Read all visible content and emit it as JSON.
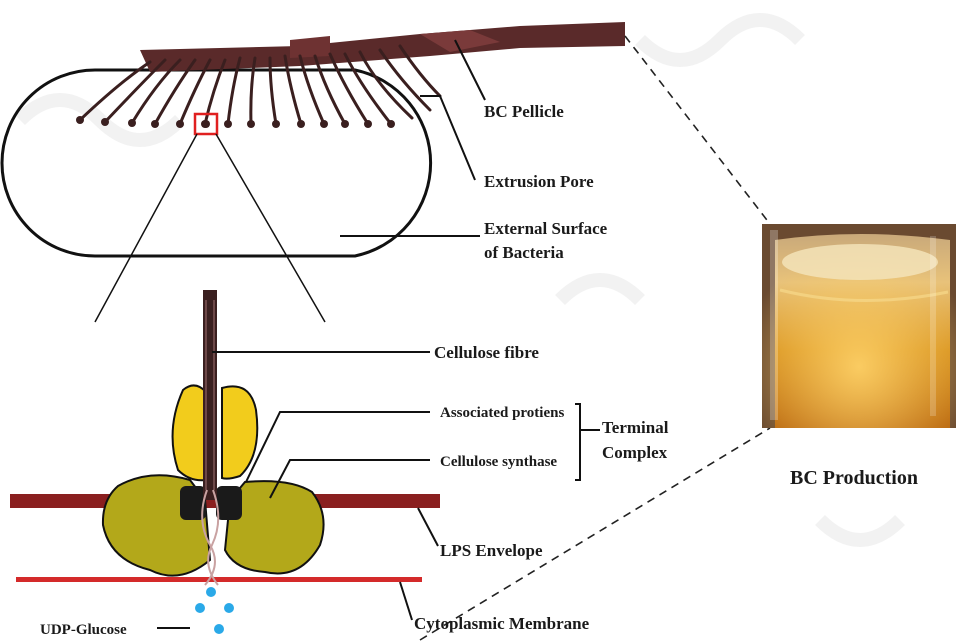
{
  "labels": {
    "bc_pellicle": "BC Pellicle",
    "extrusion_pore": "Extrusion Pore",
    "external_surface_line1": "External Surface",
    "external_surface_line2": "of Bacteria",
    "cellulose_fibre": "Cellulose fibre",
    "associated_proteins": "Associated protiens",
    "cellulose_synthase": "Cellulose synthase",
    "terminal_line1": "Terminal",
    "terminal_line2": "Complex",
    "lps_envelope": "LPS Envelope",
    "cytoplasmic_membrane": "Cytoplasmic Membrane",
    "udp_glucose": "UDP-Glucose",
    "bc_production": "BC Production"
  },
  "colors": {
    "pellicle": "#5a2a2a",
    "fibre": "#3a1f1f",
    "outline": "#111111",
    "protein_yellow": "#f2cc1c",
    "synthase_olive": "#b3a81a",
    "lps_band": "#8a1f1f",
    "membrane_red": "#d42a2a",
    "udp_blue": "#2aa9e8",
    "highlight_red": "#e02020",
    "jar_amber": "#d9951e"
  },
  "icons": {
    "bacterium": "capsule-cell",
    "jar_photo": "glass-jar-with-cellulose"
  }
}
